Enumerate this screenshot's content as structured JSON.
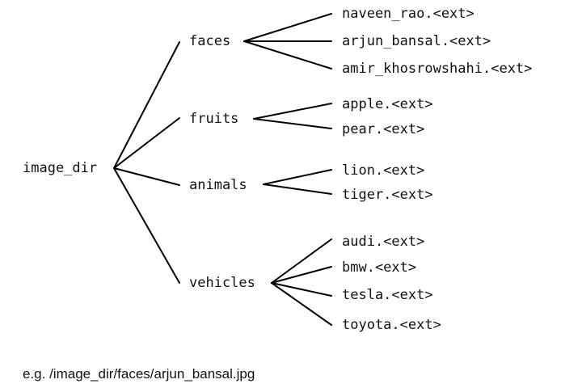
{
  "tree": {
    "root": "image_dir",
    "categories": [
      {
        "label": "faces",
        "files": [
          "naveen_rao.<ext>",
          "arjun_bansal.<ext>",
          "amir_khosrowshahi.<ext>"
        ]
      },
      {
        "label": "fruits",
        "files": [
          "apple.<ext>",
          "pear.<ext>"
        ]
      },
      {
        "label": "animals",
        "files": [
          "lion.<ext>",
          "tiger.<ext>"
        ]
      },
      {
        "label": "vehicles",
        "files": [
          "audi.<ext>",
          "bmw.<ext>",
          "tesla.<ext>",
          "toyota.<ext>"
        ]
      }
    ]
  },
  "example_path": "e.g. /image_dir/faces/arjun_bansal.jpg"
}
